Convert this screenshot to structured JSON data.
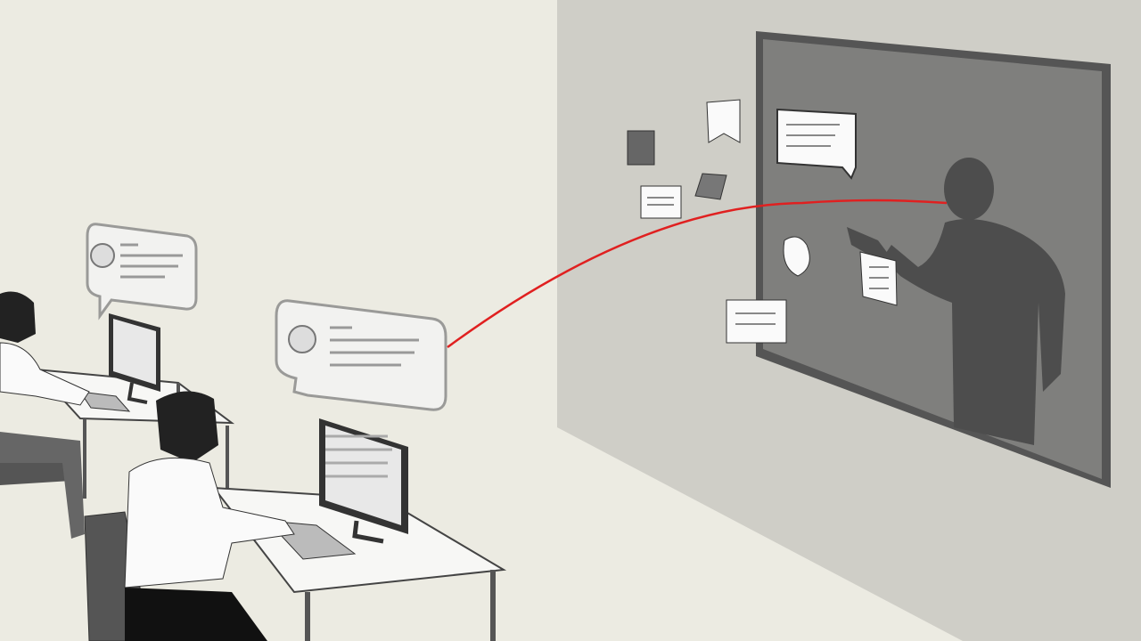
{
  "colors": {
    "background": "#ecebe2",
    "wall": "#cfcec7",
    "screen": "#7d7d7b",
    "screen_frame": "#555555",
    "shadow_figure": "#4a4a4a",
    "connection_line": "#e02020",
    "bubble_fill": "#f2f2f0",
    "bubble_stroke": "#9a9a98"
  },
  "icons": [
    "chat-bubble",
    "puzzle-piece",
    "sticky-note",
    "user-avatar"
  ]
}
